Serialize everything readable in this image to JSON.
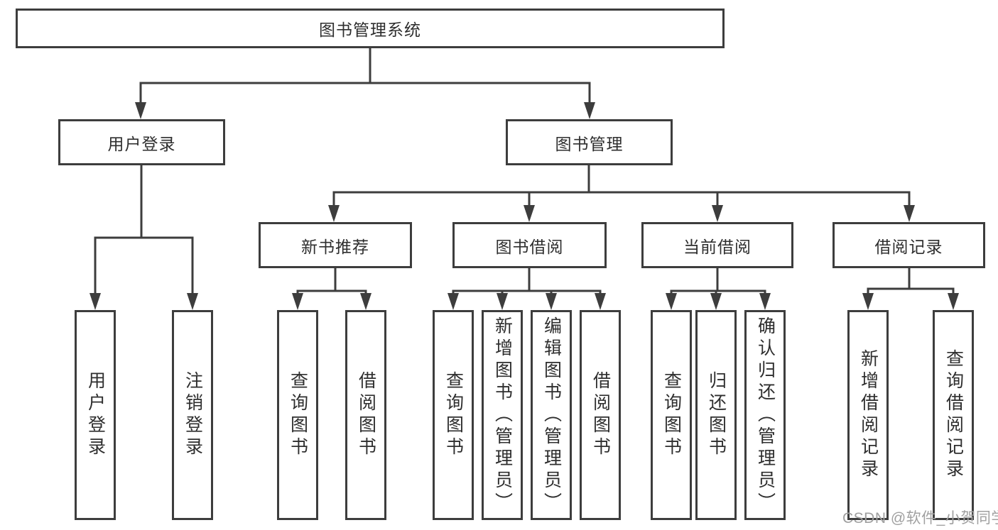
{
  "diagram": {
    "root": {
      "label": "图书管理系统"
    },
    "branches": [
      {
        "label": "用户登录",
        "children": [
          {
            "label": "用户登录"
          },
          {
            "label": "注销登录"
          }
        ]
      },
      {
        "label": "图书管理",
        "children": [
          {
            "label": "新书推荐",
            "children": [
              {
                "label": "查询图书"
              },
              {
                "label": "借阅图书"
              }
            ]
          },
          {
            "label": "图书借阅",
            "children": [
              {
                "label": "查询图书"
              },
              {
                "label": "新增图书（管理员）"
              },
              {
                "label": "编辑图书（管理员）"
              },
              {
                "label": "借阅图书"
              }
            ]
          },
          {
            "label": "当前借阅",
            "children": [
              {
                "label": "查询图书"
              },
              {
                "label": "归还图书"
              },
              {
                "label": "确认归还（管理员）"
              }
            ]
          },
          {
            "label": "借阅记录",
            "children": [
              {
                "label": "新增借阅记录"
              },
              {
                "label": "查询借阅记录"
              }
            ]
          }
        ]
      }
    ]
  },
  "watermark": {
    "text": "CSDN @软件_小贺同学"
  },
  "colors": {
    "line": "#3d3d3d",
    "box_border": "#3d3d3d",
    "text": "#2e2e2e",
    "watermark": "#a0a0a0",
    "background": "#ffffff"
  }
}
